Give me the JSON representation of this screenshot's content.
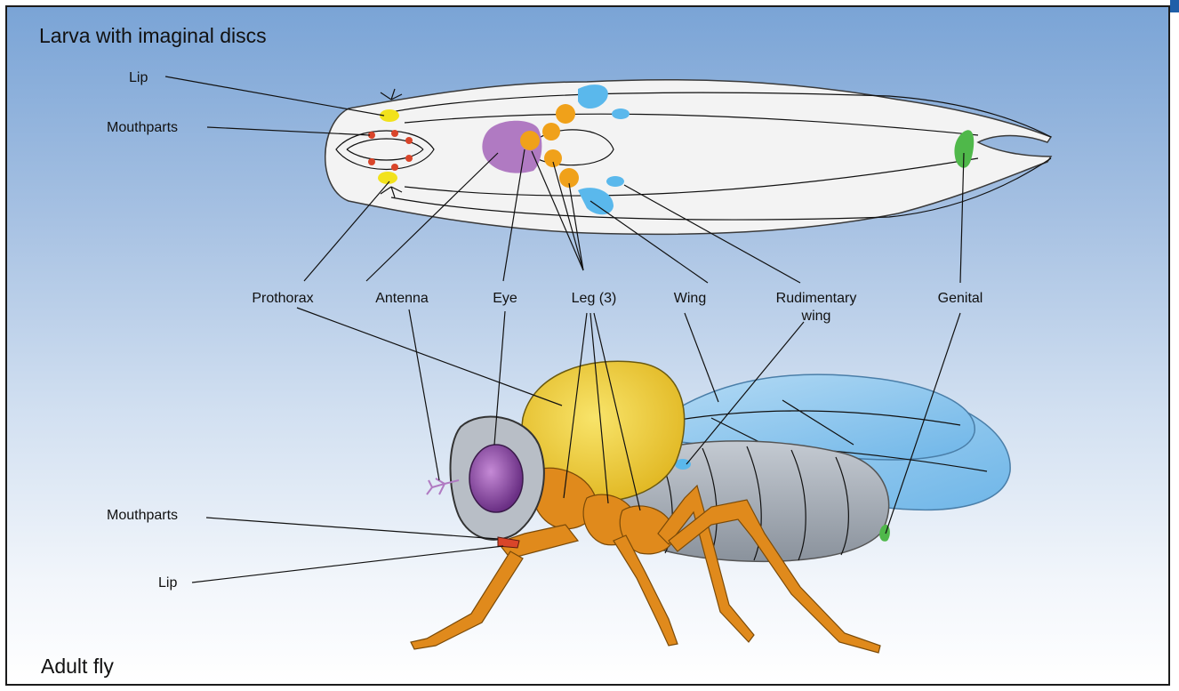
{
  "titles": {
    "larva": "Larva with imaginal discs",
    "adult": "Adult fly"
  },
  "labels": {
    "lip_top": "Lip",
    "mouthparts_top": "Mouthparts",
    "prothorax": "Prothorax",
    "antenna": "Antenna",
    "eye": "Eye",
    "leg": "Leg (3)",
    "wing": "Wing",
    "rudimentary_wing_1": "Rudimentary",
    "rudimentary_wing_2": "wing",
    "genital": "Genital",
    "mouthparts_bottom": "Mouthparts",
    "lip_bottom": "Lip"
  },
  "colors": {
    "background_top": "#7aa4d6",
    "background_bottom": "#ffffff",
    "lip_disc": "#f2e21c",
    "mouthparts_disc": "#d9452a",
    "eye_antenna_disc": "#b07ac2",
    "leg_disc": "#f0a11a",
    "wing_disc": "#5ab8ec",
    "genital_disc": "#4fb84a",
    "thorax": "#f0d23c",
    "leg": "#e08a1c",
    "abdomen": "#a6adb6",
    "fly_wing": "#8cc8ef"
  }
}
